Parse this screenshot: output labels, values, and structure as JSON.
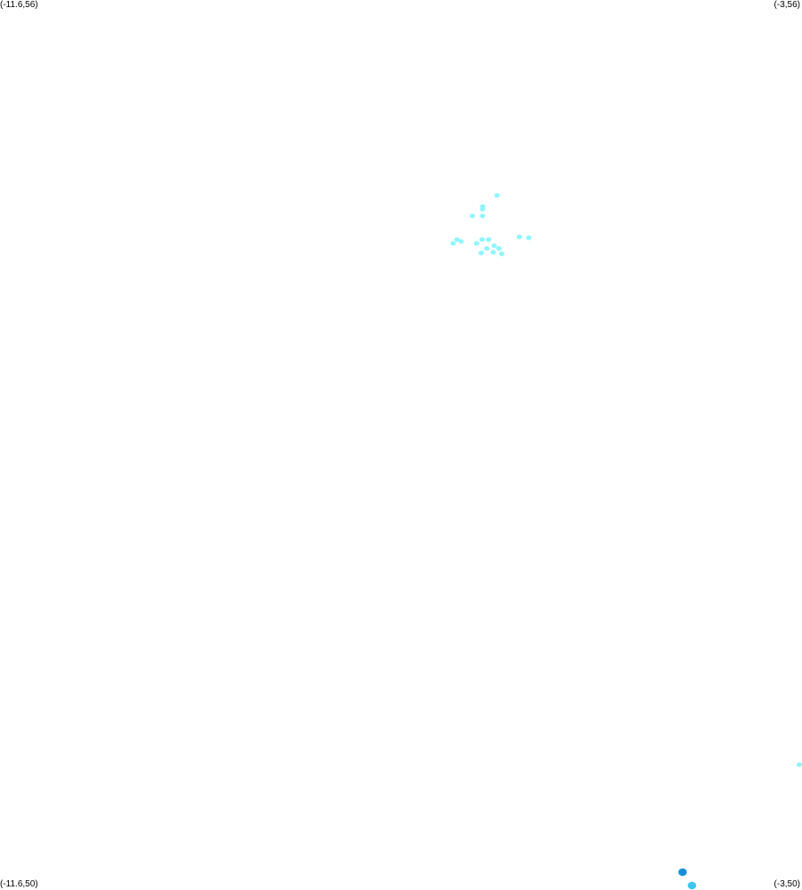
{
  "map": {
    "corner_labels": {
      "top_left": "(-11.6,56)",
      "top_right": "(-3,56)",
      "bottom_left": "(-11.6,50)",
      "bottom_right": "(-3,50)"
    },
    "bounds": {
      "lon_min": -11.6,
      "lon_max": -3,
      "lat_min": 50,
      "lat_max": 56
    },
    "colors": {
      "background": "#ffffff",
      "light_patch": "#8ff5fb",
      "mid_patch": "#3fc6ee",
      "dark_patch": "#1a8fd8"
    },
    "patches": [
      {
        "lon": -6.27,
        "lat": 54.683,
        "level": "light"
      },
      {
        "lon": -6.425,
        "lat": 54.608,
        "level": "light"
      },
      {
        "lon": -6.425,
        "lat": 54.59,
        "level": "light"
      },
      {
        "lon": -6.535,
        "lat": 54.545,
        "level": "light"
      },
      {
        "lon": -6.425,
        "lat": 54.545,
        "level": "light"
      },
      {
        "lon": -6.7,
        "lat": 54.385,
        "level": "light"
      },
      {
        "lon": -6.655,
        "lat": 54.373,
        "level": "light"
      },
      {
        "lon": -6.74,
        "lat": 54.36,
        "level": "light"
      },
      {
        "lon": -6.49,
        "lat": 54.36,
        "level": "light"
      },
      {
        "lon": -6.43,
        "lat": 54.385,
        "level": "light"
      },
      {
        "lon": -6.36,
        "lat": 54.385,
        "level": "light"
      },
      {
        "lon": -6.3,
        "lat": 54.343,
        "level": "light"
      },
      {
        "lon": -6.25,
        "lat": 54.325,
        "level": "light"
      },
      {
        "lon": -6.38,
        "lat": 54.325,
        "level": "light"
      },
      {
        "lon": -6.31,
        "lat": 54.3,
        "level": "light"
      },
      {
        "lon": -6.44,
        "lat": 54.295,
        "level": "light"
      },
      {
        "lon": -6.22,
        "lat": 54.289,
        "level": "light"
      },
      {
        "lon": -6.03,
        "lat": 54.403,
        "level": "light"
      },
      {
        "lon": -5.93,
        "lat": 54.397,
        "level": "light"
      },
      {
        "lon": -3.03,
        "lat": 50.845,
        "level": "light"
      },
      {
        "lon": -4.28,
        "lat": 50.12,
        "level": "dark"
      },
      {
        "lon": -4.18,
        "lat": 50.03,
        "level": "mid"
      }
    ]
  }
}
